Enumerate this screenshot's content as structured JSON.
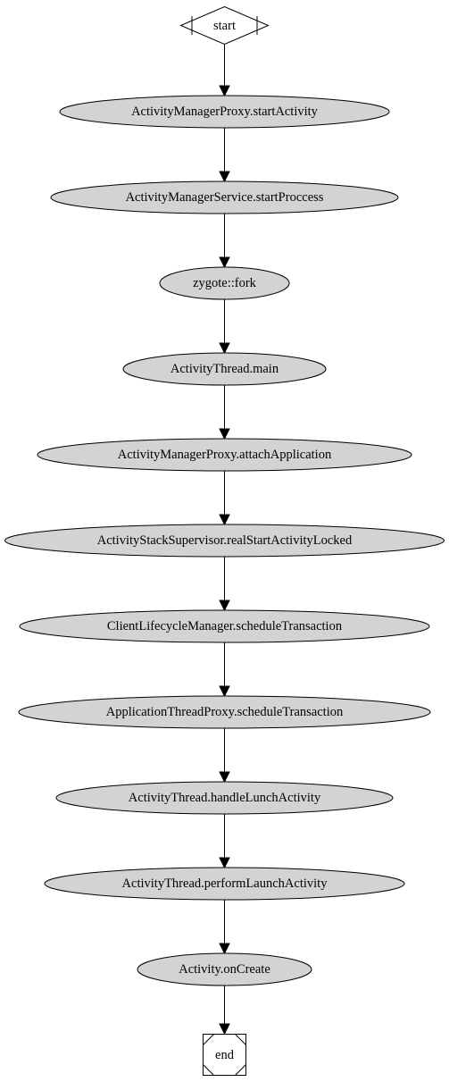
{
  "start": {
    "label": "start"
  },
  "end": {
    "label": "end"
  },
  "steps": [
    "ActivityManagerProxy.startActivity",
    "ActivityManagerService.startProccess",
    "zygote::fork",
    "ActivityThread.main",
    "ActivityManagerProxy.attachApplication",
    "ActivityStackSupervisor.realStartActivityLocked",
    "ClientLifecycleManager.scheduleTransaction",
    "ApplicationThreadProxy.scheduleTransaction",
    "ActivityThread.handleLunchActivity",
    "ActivityThread.performLaunchActivity",
    "Activity.onCreate"
  ],
  "colors": {
    "node_fill": "#d3d3d3",
    "terminal_fill": "#ffffff",
    "stroke": "#000000",
    "background": "#ffffff"
  }
}
